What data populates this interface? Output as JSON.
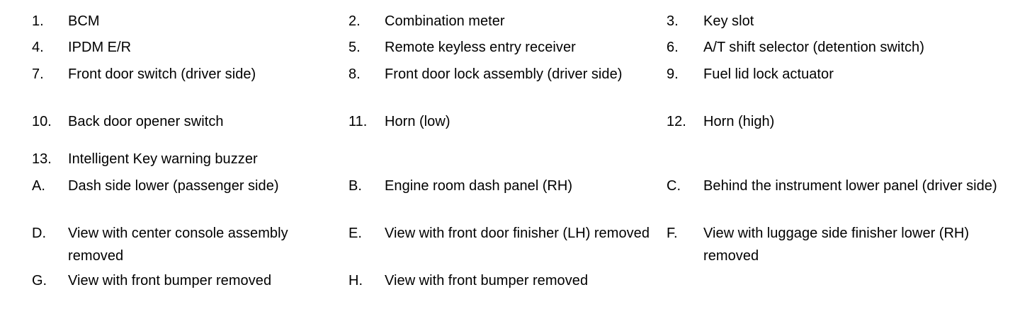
{
  "document": {
    "kind": "component-parts-location-legend",
    "background_color": "#ffffff",
    "text_color": "#000000"
  },
  "legend": {
    "numbered_items": [
      {
        "marker": "1.",
        "label": "BCM"
      },
      {
        "marker": "2.",
        "label": "Combination meter"
      },
      {
        "marker": "3.",
        "label": "Key slot"
      },
      {
        "marker": "4.",
        "label": "IPDM E/R"
      },
      {
        "marker": "5.",
        "label": "Remote keyless entry receiver"
      },
      {
        "marker": "6.",
        "label": "A/T shift selector (detention switch)"
      },
      {
        "marker": "7.",
        "label": "Front door switch (driver side)"
      },
      {
        "marker": "8.",
        "label": "Front door lock assembly (driver side)"
      },
      {
        "marker": "9.",
        "label": "Fuel lid lock actuator"
      },
      {
        "marker": "10.",
        "label": "Back door opener switch"
      },
      {
        "marker": "11.",
        "label": "Horn (low)"
      },
      {
        "marker": "12.",
        "label": "Horn (high)"
      },
      {
        "marker": "13.",
        "label": "Intelligent Key warning buzzer"
      }
    ],
    "lettered_items": [
      {
        "marker": "A.",
        "label": "Dash side lower (passenger side)"
      },
      {
        "marker": "B.",
        "label": "Engine room dash panel (RH)"
      },
      {
        "marker": "C.",
        "label": "Behind the instrument lower panel (driver side)"
      },
      {
        "marker": "D.",
        "label": "View with center console assembly removed"
      },
      {
        "marker": "E.",
        "label": "View with front door finisher (LH) removed"
      },
      {
        "marker": "F.",
        "label": "View with luggage side finisher lower (RH) removed"
      },
      {
        "marker": "G.",
        "label": "View with front bumper removed"
      },
      {
        "marker": "H.",
        "label": "View with front bumper removed"
      }
    ]
  }
}
